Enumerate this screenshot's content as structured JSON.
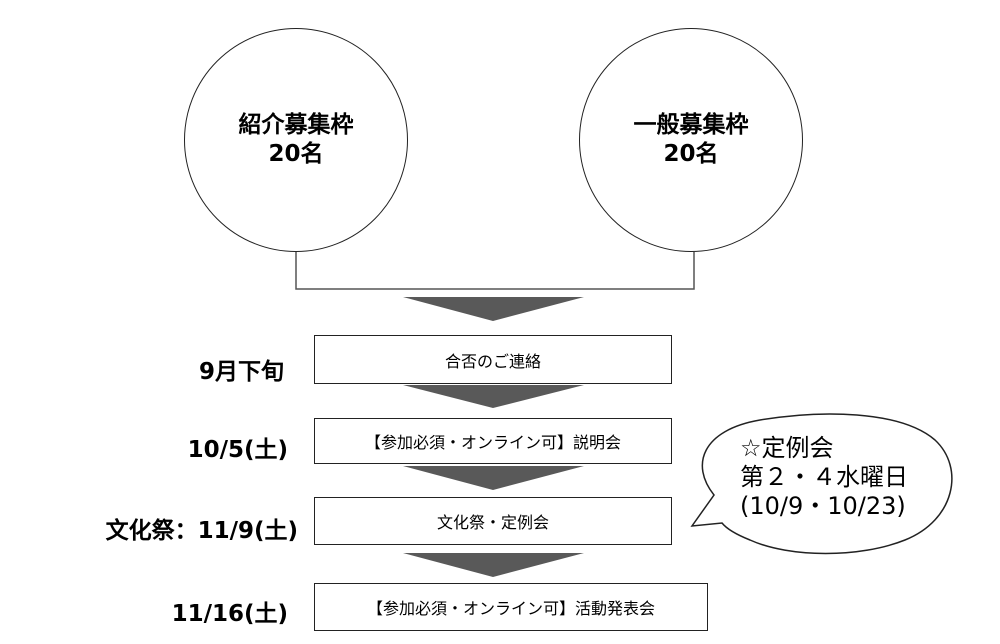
{
  "recruitment": {
    "left": {
      "line1": "紹介募集枠",
      "line2": "20名"
    },
    "right": {
      "line1": "一般募集枠",
      "line2": "20名"
    }
  },
  "steps": [
    {
      "date": "9月下旬",
      "event": "合否のご連絡"
    },
    {
      "date": "10/5(土)",
      "event": "【参加必須・オンライン可】説明会"
    },
    {
      "date": "文化祭：11/9(土)",
      "event": "文化祭・定例会"
    },
    {
      "date": "11/16(土)",
      "event": "【参加必須・オンライン可】活動発表会"
    }
  ],
  "callout": {
    "line1": "☆定例会",
    "line2": "第２・４水曜日",
    "line3": "(10/9・10/23)"
  },
  "colors": {
    "arrow": "#595959",
    "stroke": "#222222"
  }
}
